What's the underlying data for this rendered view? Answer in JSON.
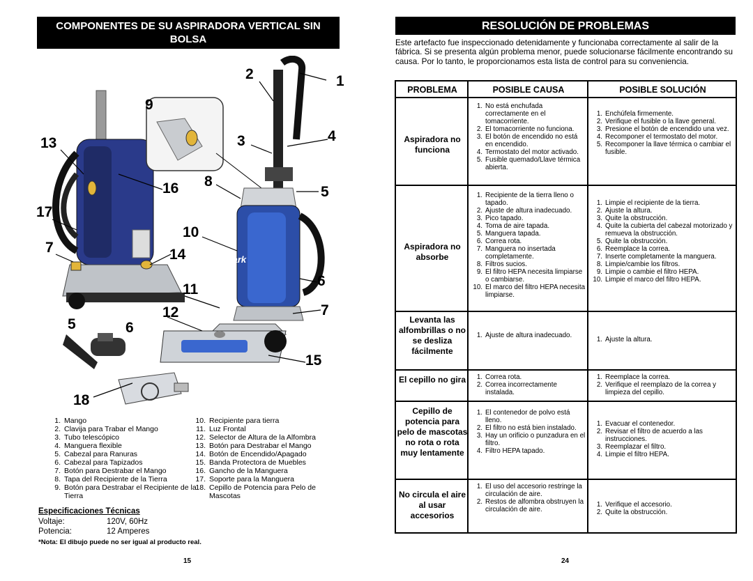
{
  "left": {
    "title": "COMPONENTES DE SU ASPIRADORA VERTICAL SIN BOLSA",
    "brand_on_product": "Shark",
    "callouts": [
      "2",
      "1",
      "9",
      "13",
      "3",
      "4",
      "16",
      "8",
      "5",
      "17",
      "10",
      "7",
      "14",
      "6",
      "11",
      "12",
      "7",
      "5",
      "6",
      "15",
      "18"
    ],
    "parts_col1": [
      {
        "n": "1.",
        "t": "Mango"
      },
      {
        "n": "2.",
        "t": "Clavija para Trabar el Mango"
      },
      {
        "n": "3.",
        "t": "Tubo telescópico"
      },
      {
        "n": "4.",
        "t": "Manguera flexible"
      },
      {
        "n": "5.",
        "t": "Cabezal para Ranuras"
      },
      {
        "n": "6.",
        "t": "Cabezal para Tapizados"
      },
      {
        "n": "7.",
        "t": "Botón para Destrabar el Mango"
      },
      {
        "n": "8.",
        "t": "Tapa del Recipiente de la Tierra"
      },
      {
        "n": "9.",
        "t": "Botón para Destrabar el Recipiente de la Tierra"
      }
    ],
    "parts_col2": [
      {
        "n": "10.",
        "t": "Recipiente para tierra"
      },
      {
        "n": "11.",
        "t": "Luz Frontal"
      },
      {
        "n": "12.",
        "t": "Selector de Altura de la Alfombra"
      },
      {
        "n": "13.",
        "t": "Botón para Destrabar el Mango"
      },
      {
        "n": "14.",
        "t": "Botón de Encendido/Apagado"
      },
      {
        "n": "15.",
        "t": "Banda Protectora de Muebles"
      },
      {
        "n": "16.",
        "t": "Gancho de la Manguera"
      },
      {
        "n": "17.",
        "t": "Soporte para la Manguera"
      },
      {
        "n": "18.",
        "t": "Cepillo de Potencia para Pelo de Mascotas"
      }
    ],
    "specs": {
      "title": "Especificaciones Técnicas",
      "rows": [
        {
          "label": "Voltaje:",
          "value": "120V, 60Hz"
        },
        {
          "label": "Potencia:",
          "value": "12 Amperes"
        }
      ]
    },
    "note": "*Nota: El dibujo puede no ser igual al producto real.",
    "page_number": "15"
  },
  "right": {
    "title": "RESOLUCIÓN DE PROBLEMAS",
    "intro": "Este artefacto fue inspeccionado detenidamente y funcionaba correctamente al salir de la fábrica. Si se presenta algún problema menor, puede solucionarse fácilmente encontrando su causa. Por lo tanto, le proporcionamos esta lista de control para su conveniencia.",
    "table": {
      "headers": [
        "PROBLEMA",
        "POSIBLE CAUSA",
        "POSIBLE SOLUCIÓN"
      ],
      "rows": [
        {
          "problem": "Aspiradora no funciona",
          "causes": [
            {
              "n": "1.",
              "t": "No está enchufada correctamente en el tomacorriente."
            },
            {
              "n": "2.",
              "t": "El tomacorriente no funciona."
            },
            {
              "n": "3.",
              "t": "El botón de encendido no está en encendido."
            },
            {
              "n": "4.",
              "t": "Termostato del motor activado."
            },
            {
              "n": "5.",
              "t": "Fusible quemado/Llave térmica abierta."
            }
          ],
          "solutions": [
            {
              "n": "1.",
              "t": "Enchúfela firmemente."
            },
            {
              "n": "2.",
              "t": "Verifique el fusible o la llave general."
            },
            {
              "n": "3.",
              "t": "Presione el botón de encendido una vez."
            },
            {
              "n": "4.",
              "t": "Recomponer el termostato del motor."
            },
            {
              "n": "5.",
              "t": "Recomponer la llave térmica o cambiar el fusible."
            }
          ]
        },
        {
          "problem": "Aspiradora no absorbe",
          "causes": [
            {
              "n": "1.",
              "t": "Recipiente de la tierra lleno o tapado."
            },
            {
              "n": "2.",
              "t": "Ajuste de altura inadecuado."
            },
            {
              "n": "3.",
              "t": "Pico tapado."
            },
            {
              "n": "4.",
              "t": "Toma de aire tapada."
            },
            {
              "n": "5.",
              "t": "Manguera tapada."
            },
            {
              "n": "6.",
              "t": "Correa rota."
            },
            {
              "n": "7.",
              "t": "Manguera no insertada completamente."
            },
            {
              "n": "8.",
              "t": "Filtros sucios."
            },
            {
              "n": "9.",
              "t": "El filtro HEPA necesita limpiarse o cambiarse."
            },
            {
              "n": "10.",
              "t": "El marco del filtro HEPA necesita limpiarse."
            }
          ],
          "solutions": [
            {
              "n": "1.",
              "t": "Limpie el recipiente de la tierra."
            },
            {
              "n": "2.",
              "t": "Ajuste la altura."
            },
            {
              "n": "3.",
              "t": "Quite la obstrucción."
            },
            {
              "n": "4.",
              "t": "Quite la cubierta del cabezal motorizado y remueva la obstrucción."
            },
            {
              "n": "5.",
              "t": "Quite la obstrucción."
            },
            {
              "n": "6.",
              "t": "Reemplace la correa."
            },
            {
              "n": "7.",
              "t": "Inserte completamente la manguera."
            },
            {
              "n": "8.",
              "t": "Limpie/cambie los filtros."
            },
            {
              "n": "9.",
              "t": "Limpie o cambie el filtro HEPA."
            },
            {
              "n": "10.",
              "t": "Limpie el marco del filtro HEPA."
            }
          ]
        },
        {
          "problem": "Levanta las alfombrillas o no se desliza fácilmente",
          "causes": [
            {
              "n": "1.",
              "t": "Ajuste de altura inadecuado."
            }
          ],
          "solutions": [
            {
              "n": "1.",
              "t": "Ajuste la altura."
            }
          ]
        },
        {
          "problem": "El cepillo no gira",
          "causes": [
            {
              "n": "1.",
              "t": "Correa rota."
            },
            {
              "n": "2.",
              "t": "Correa incorrectamente instalada."
            }
          ],
          "solutions": [
            {
              "n": "1.",
              "t": "Reemplace la correa."
            },
            {
              "n": "2.",
              "t": "Verifique el reemplazo de la correa y limpieza del cepillo."
            }
          ]
        },
        {
          "problem": "Cepillo de potencia para pelo de mascotas no rota o rota muy lentamente",
          "causes": [
            {
              "n": "1.",
              "t": "El contenedor de polvo está lleno."
            },
            {
              "n": "2.",
              "t": "El filtro no está bien instalado."
            },
            {
              "n": "3.",
              "t": "Hay un orificio o punzadura en el filtro."
            },
            {
              "n": "4.",
              "t": "Filtro HEPA tapado."
            }
          ],
          "solutions": [
            {
              "n": "1.",
              "t": "Evacuar el contenedor."
            },
            {
              "n": "2.",
              "t": "Revisar el filtro de acuerdo a las instrucciones."
            },
            {
              "n": "3.",
              "t": "Reemplazar el filtro."
            },
            {
              "n": "4.",
              "t": "Limpie el filtro HEPA."
            }
          ]
        },
        {
          "problem": "No circula el aire al usar accesorios",
          "causes": [
            {
              "n": "1.",
              "t": "El uso del accesorio restringe la circulación de aire."
            },
            {
              "n": "2.",
              "t": "Restos de alfombra obstruyen la circulación de aire."
            }
          ],
          "solutions": [
            {
              "n": "1.",
              "t": "Verifique el accesorio."
            },
            {
              "n": "2.",
              "t": "Quite la obstrucción."
            }
          ]
        }
      ]
    },
    "page_number": "24"
  }
}
